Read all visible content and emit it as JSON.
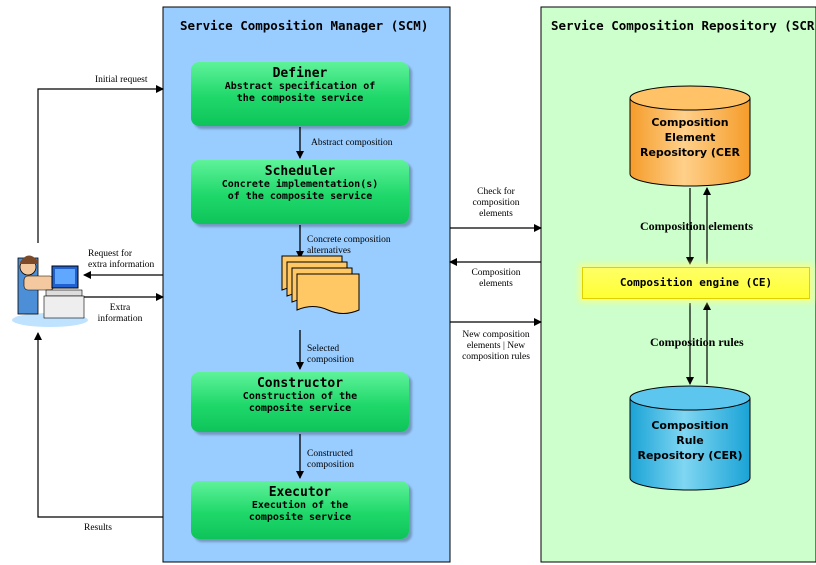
{
  "scm": {
    "title": "Service Composition Manager (SCM)",
    "stages": [
      {
        "title": "Definer",
        "desc": "Abstract specification of\nthe composite service"
      },
      {
        "title": "Scheduler",
        "desc": "Concrete implementation(s)\nof the composite service"
      },
      {
        "title": "Constructor",
        "desc": "Construction of the\ncomposite service"
      },
      {
        "title": "Executor",
        "desc": "Execution of the\ncomposite service"
      }
    ],
    "flow_labels": {
      "abstract": "Abstract composition",
      "concrete": "Concrete composition\nalternatives",
      "selected": "Selected\ncomposition",
      "constructed": "Constructed\ncomposition"
    }
  },
  "scr": {
    "title": "Service Composition Repository (SCR)",
    "cer": "Composition\nElement\nRepository (CER",
    "crr": "Composition\nRule\nRepository (CER)",
    "engine": "Composition engine (CE)",
    "elements_label": "Composition elements",
    "rules_label": "Composition rules"
  },
  "user_links": {
    "initial_request": "Initial request",
    "request_info": "Request for\nextra information",
    "extra_info": "Extra\ninformation",
    "results": "Results"
  },
  "links": {
    "check": "Check for\ncomposition\nelements",
    "comp_elements": "Composition\nelements",
    "new": "New composition\nelements | New\ncomposition rules"
  },
  "colors": {
    "scm_panel": "#99ccff",
    "scr_panel": "#ccffcc",
    "stage_green": "#22dd6e",
    "cer_orange": "#ffb84d",
    "crr_blue": "#3db8e6",
    "engine_yellow": "#ffff44"
  },
  "icons": [
    "user-at-computer-icon",
    "document-stack-icon"
  ]
}
